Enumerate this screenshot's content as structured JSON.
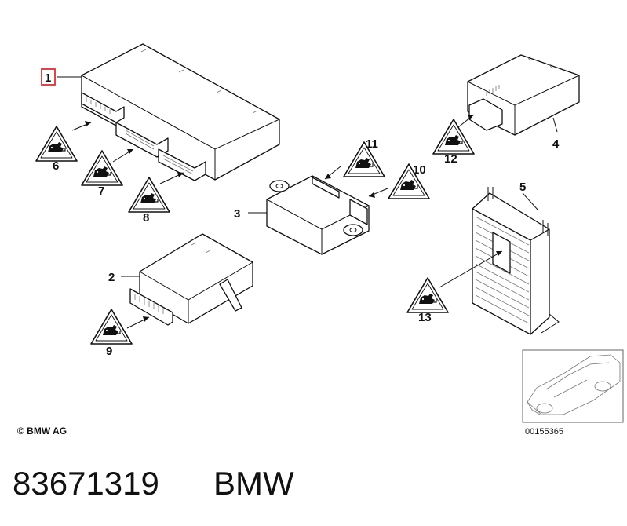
{
  "diagram": {
    "callouts": {
      "c1": "1",
      "c2": "2",
      "c3": "3",
      "c4": "4",
      "c5": "5",
      "c6": "6",
      "c7": "7",
      "c8": "8",
      "c9": "9",
      "c10": "10",
      "c11": "11",
      "c12": "12",
      "c13": "13"
    },
    "highlighted_callout": "1",
    "highlight_color": "#d9303a",
    "icon": "warning-triangle-electrostatic-icon"
  },
  "footer": {
    "copyright": "© BMW AG",
    "reference_number": "00155365",
    "part_number": "83671319",
    "brand": "BMW"
  }
}
